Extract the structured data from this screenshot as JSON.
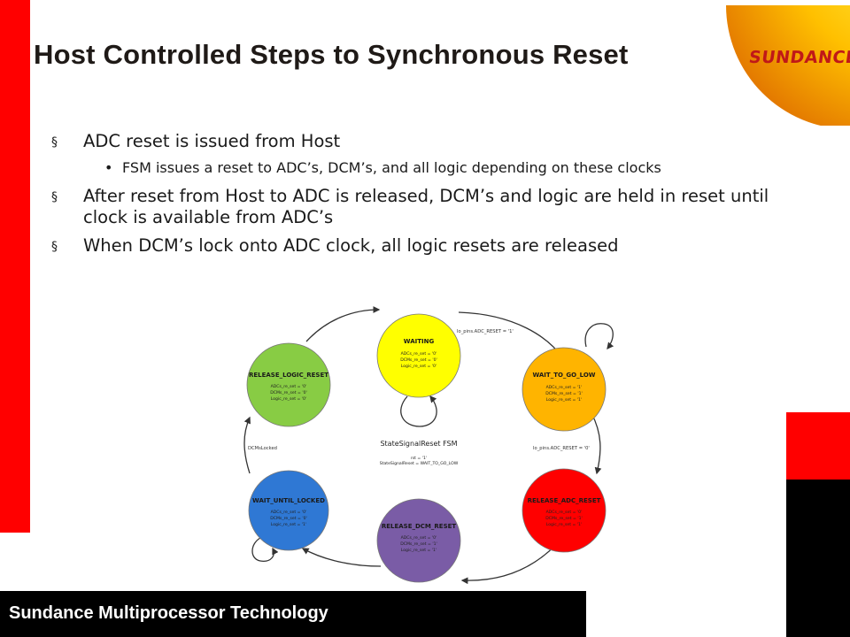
{
  "title": "Host Controlled Steps to Synchronous Reset",
  "logo": {
    "text": "SUNDANCE"
  },
  "bullets": [
    {
      "text": "ADC reset is issued from Host",
      "sub": [
        "FSM issues a reset to ADC’s, DCM’s, and all logic depending on these clocks"
      ]
    },
    {
      "text": "After reset from Host to ADC is released, DCM’s and logic are held in reset until clock is available from ADC’s",
      "sub": []
    },
    {
      "text": "When DCM’s lock onto ADC clock, all logic resets are released",
      "sub": []
    }
  ],
  "bullet_marker": "§",
  "sub_marker": "•",
  "footer": "Sundance Multiprocessor Technology",
  "fsm": {
    "title": "StateSignalReset FSM",
    "init_lines": [
      "rst = '1'",
      "StateSignalReset = WAIT_TO_GO_LOW"
    ],
    "states": {
      "waiting": {
        "name": "WAITING",
        "color": "#ffff00",
        "lines": [
          "ADCs_re_set = '0'",
          "DCMs_re_set = '0'",
          "Logic_re_set = '0'"
        ]
      },
      "wait_to_go_low": {
        "name": "WAIT_TO_GO_LOW",
        "color": "#ffb400",
        "lines": [
          "ADCs_re_set = '1'",
          "DCMs_re_set = '1'",
          "Logic_re_set = '1'"
        ]
      },
      "release_adc_reset": {
        "name": "RELEASE_ADC_RESET",
        "color": "#ff0000",
        "lines": [
          "ADCs_re_set = '0'",
          "DCMs_re_set = '1'",
          "Logic_re_set = '1'"
        ]
      },
      "release_dcm_reset": {
        "name": "RELEASE_DCM_RESET",
        "color": "#7a5ca6",
        "lines": [
          "ADCs_re_set = '0'",
          "DCMs_re_set = '1'",
          "Logic_re_set = '1'"
        ]
      },
      "wait_until_locked": {
        "name": "WAIT_UNTIL_LOCKED",
        "color": "#2f78d4",
        "lines": [
          "ADCs_re_set = '0'",
          "DCMs_re_set = '0'",
          "Logic_re_set = '1'"
        ]
      },
      "release_logic_reset": {
        "name": "RELEASE_LOGIC_RESET",
        "color": "#88cc44",
        "lines": [
          "ADCs_re_set = '0'",
          "DCMs_re_set = '0'",
          "Logic_re_set = '0'"
        ]
      }
    },
    "transitions": {
      "t1": "Io_pins.ADC_RESET = '1'",
      "t2": "Io_pins.ADC_RESET = '0'",
      "t3": "DCMsLocked"
    }
  }
}
